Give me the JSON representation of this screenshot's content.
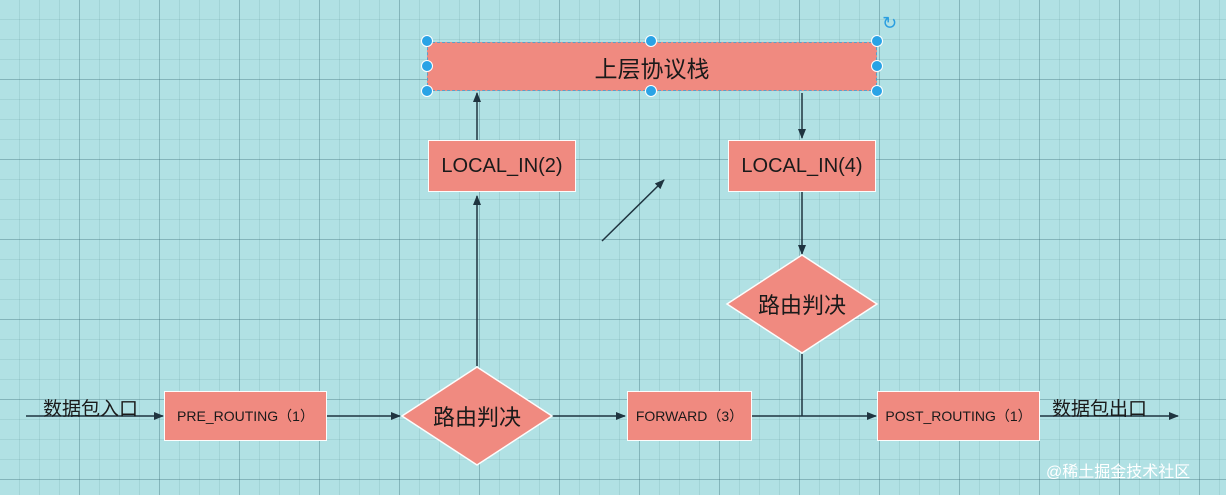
{
  "nodes": {
    "upper_stack": "上层协议栈",
    "local_in_2": "LOCAL_IN(2)",
    "local_in_4": "LOCAL_IN(4)",
    "pre_routing": "PRE_ROUTING（1）",
    "forward": "FORWARD（3）",
    "post_routing": "POST_ROUTING（1）",
    "route_decision_bottom": "路由判决",
    "route_decision_right": "路由判决"
  },
  "labels": {
    "packet_in": "数据包入口",
    "packet_out": "数据包出口"
  },
  "watermark": "@稀土掘金技术社区",
  "icons": {
    "rotate": "rotate-icon",
    "resize": "resize-handle"
  },
  "colors": {
    "node_fill": "#f08a80",
    "canvas": "#b1e1e4",
    "edge": "#1f3440",
    "selection": "#29a3e6"
  }
}
